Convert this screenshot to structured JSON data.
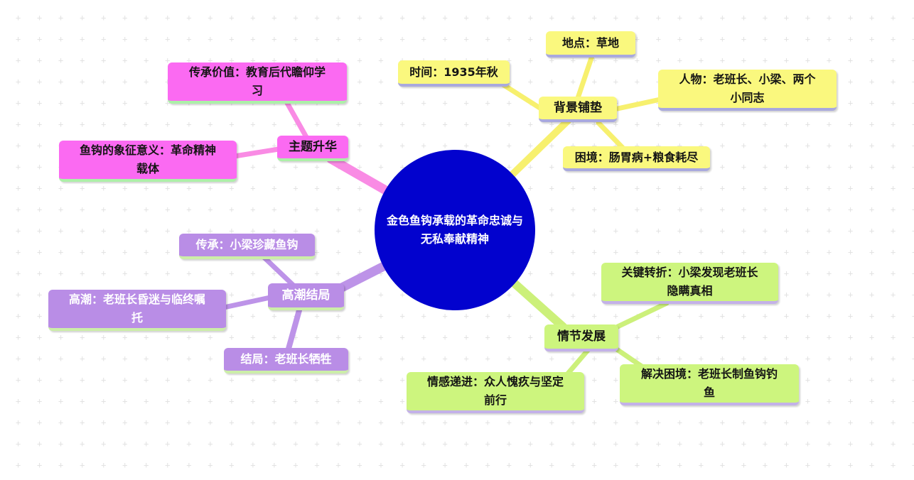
{
  "central": {
    "label": "金色鱼钩承载的革命忠诚与无私奉献精神",
    "color": "#0202CE",
    "text_color": "#FFFFFF"
  },
  "branches": [
    {
      "label": "背景铺垫",
      "color": "#FAF87E",
      "line_color": "#F7F06E",
      "underline_color": "#A9A9DE",
      "text_color": "#141414",
      "children": [
        {
          "label": "时间：1935年秋"
        },
        {
          "label": "地点：草地"
        },
        {
          "label": "人物：老班长、小梁、两个小同志"
        },
        {
          "label": "困境：肠胃病+粮食耗尽"
        }
      ]
    },
    {
      "label": "主题升华",
      "color": "#FB6AF2",
      "line_color": "#F98BE4",
      "underline_color": "#ACF0A8",
      "text_color": "#141414",
      "children": [
        {
          "label": "传承价值：教育后代瞻仰学习"
        },
        {
          "label": "鱼钩的象征意义：革命精神载体"
        }
      ]
    },
    {
      "label": "高潮结局",
      "color": "#B98DE6",
      "line_color": "#BD93E8",
      "underline_color": "#CCEEA8",
      "text_color": "#FFFFFF",
      "children": [
        {
          "label": "传承：小梁珍藏鱼钩"
        },
        {
          "label": "高潮：老班长昏迷与临终嘱托"
        },
        {
          "label": "结局：老班长牺牲"
        }
      ]
    },
    {
      "label": "情节发展",
      "color": "#CDF57E",
      "line_color": "#CCF07A",
      "underline_color": "#C3B1E8",
      "text_color": "#141414",
      "children": [
        {
          "label": "关键转折：小梁发现老班长隐瞒真相"
        },
        {
          "label": "解决困境：老班长制鱼钩钓鱼"
        },
        {
          "label": "情感递进：众人愧疚与坚定前行"
        }
      ]
    }
  ]
}
